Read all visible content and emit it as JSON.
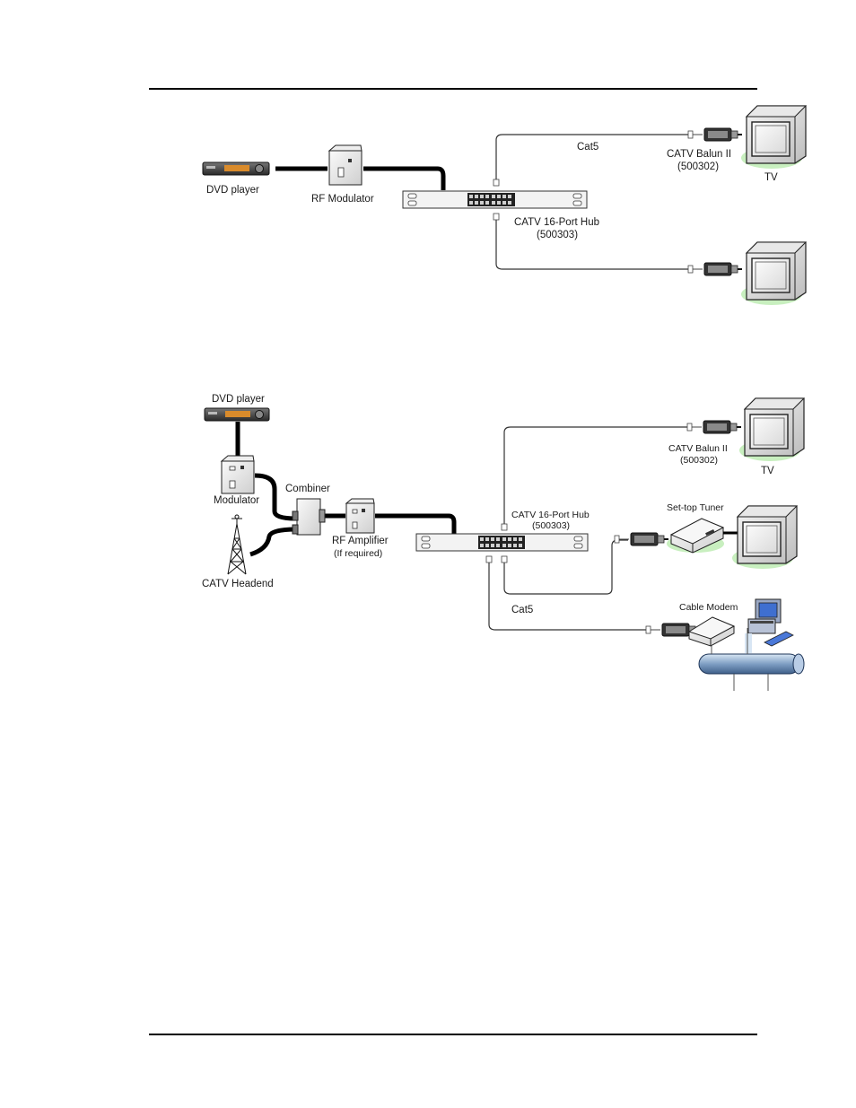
{
  "diagram1": {
    "dvd_label": "DVD player",
    "modulator_label": "RF Modulator",
    "hub_label": "CATV 16-Port Hub",
    "hub_part": "(500303)",
    "cable_label": "Cat5",
    "balun_label": "CATV Balun II",
    "balun_part": "(500302)",
    "tv_label": "TV"
  },
  "diagram2": {
    "dvd_label": "DVD player",
    "modulator_label": "Modulator",
    "combiner_label": "Combiner",
    "headend_label": "CATV Headend",
    "amplifier_label": "RF Amplifier",
    "amplifier_note": "(If required)",
    "hub_label": "CATV 16-Port Hub",
    "hub_part": "(500303)",
    "balun_label": "CATV Balun II",
    "balun_part": "(500302)",
    "tv_label": "TV",
    "settop_label": "Set-top Tuner",
    "cable_label": "Cat5",
    "modem_label": "Cable Modem"
  }
}
